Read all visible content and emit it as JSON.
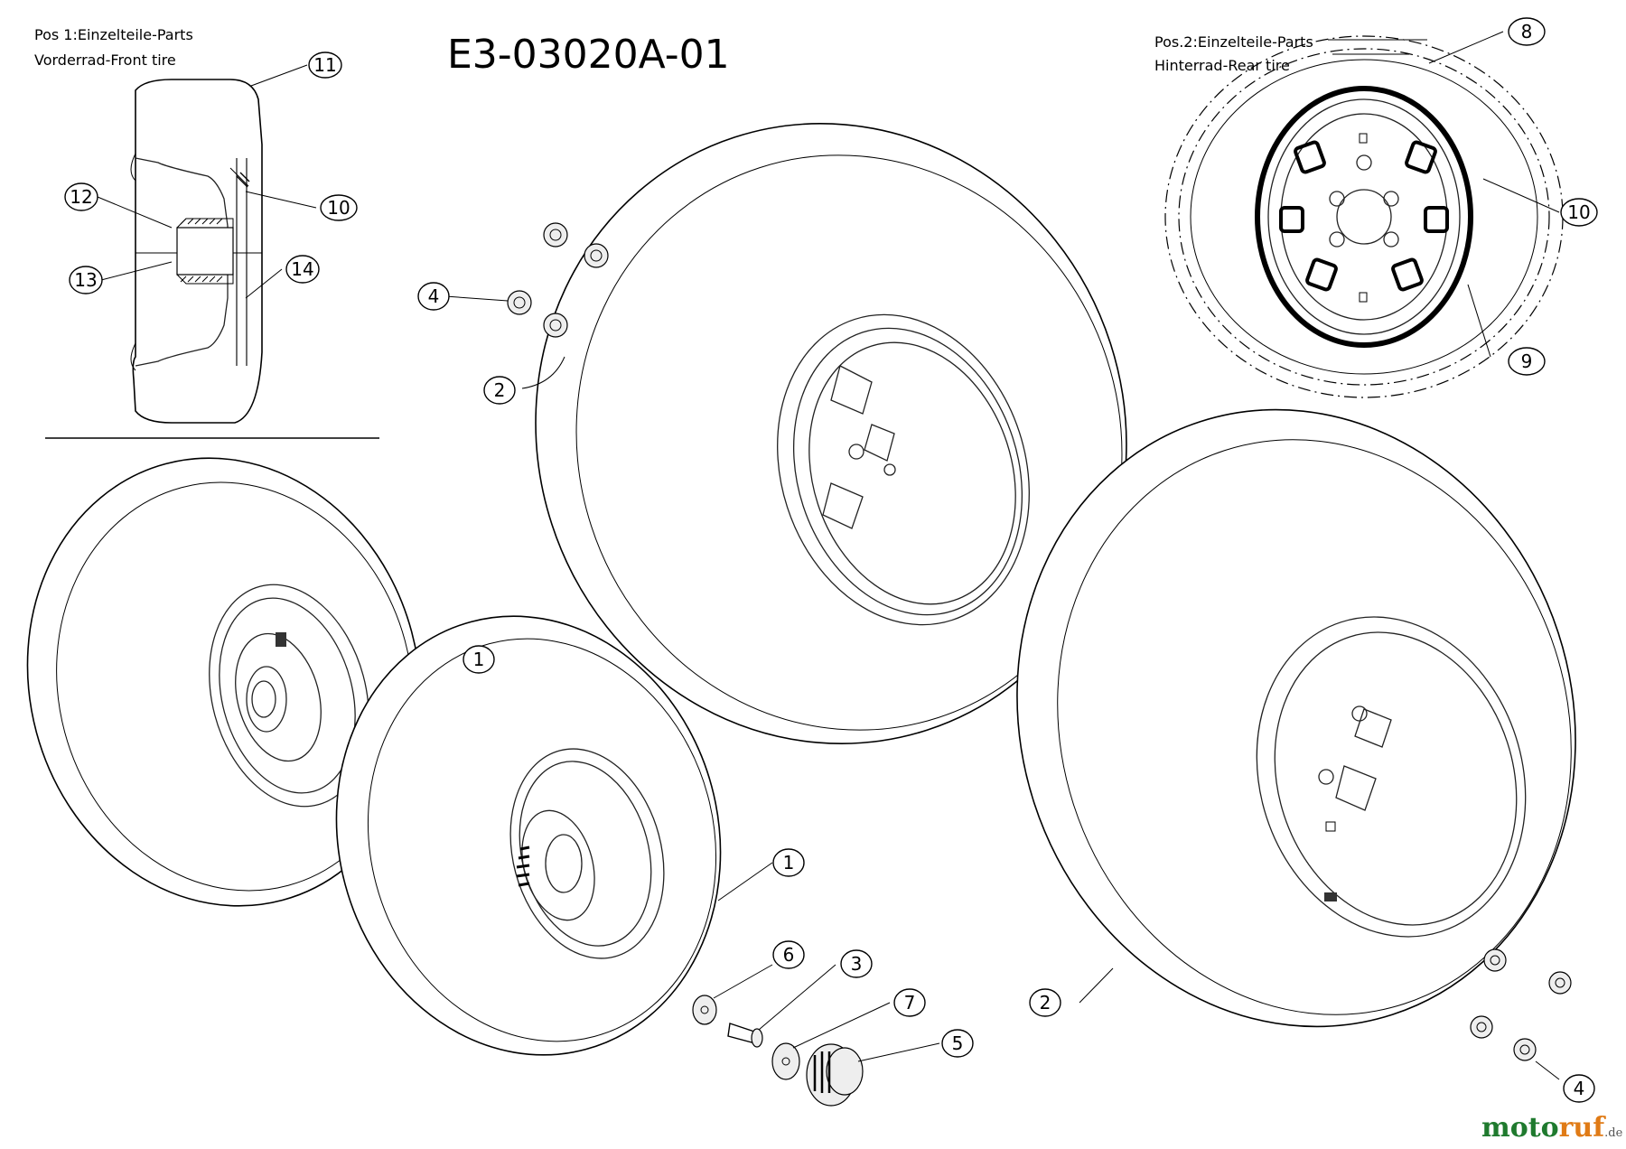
{
  "title": "E3-03020A-01",
  "pos1": {
    "line1": "Pos 1:Einzelteile-Parts",
    "line2": "Vorderrad-Front tire"
  },
  "pos2": {
    "line1": "Pos.2:Einzelteile-Parts",
    "line2": "Hinterrad-Rear tire"
  },
  "callouts": {
    "c11": "11",
    "c12": "12",
    "c10a": "10",
    "c13": "13",
    "c14": "14",
    "c8": "8",
    "c10b": "10",
    "c9": "9",
    "c4a": "4",
    "c2a": "2",
    "c1a": "1",
    "c1b": "1",
    "c6": "6",
    "c3": "3",
    "c7": "7",
    "c5": "5",
    "c2b": "2",
    "c4b": "4"
  },
  "watermark": {
    "part1": "moto",
    "part2": "ruf",
    "suffix": ".de"
  }
}
